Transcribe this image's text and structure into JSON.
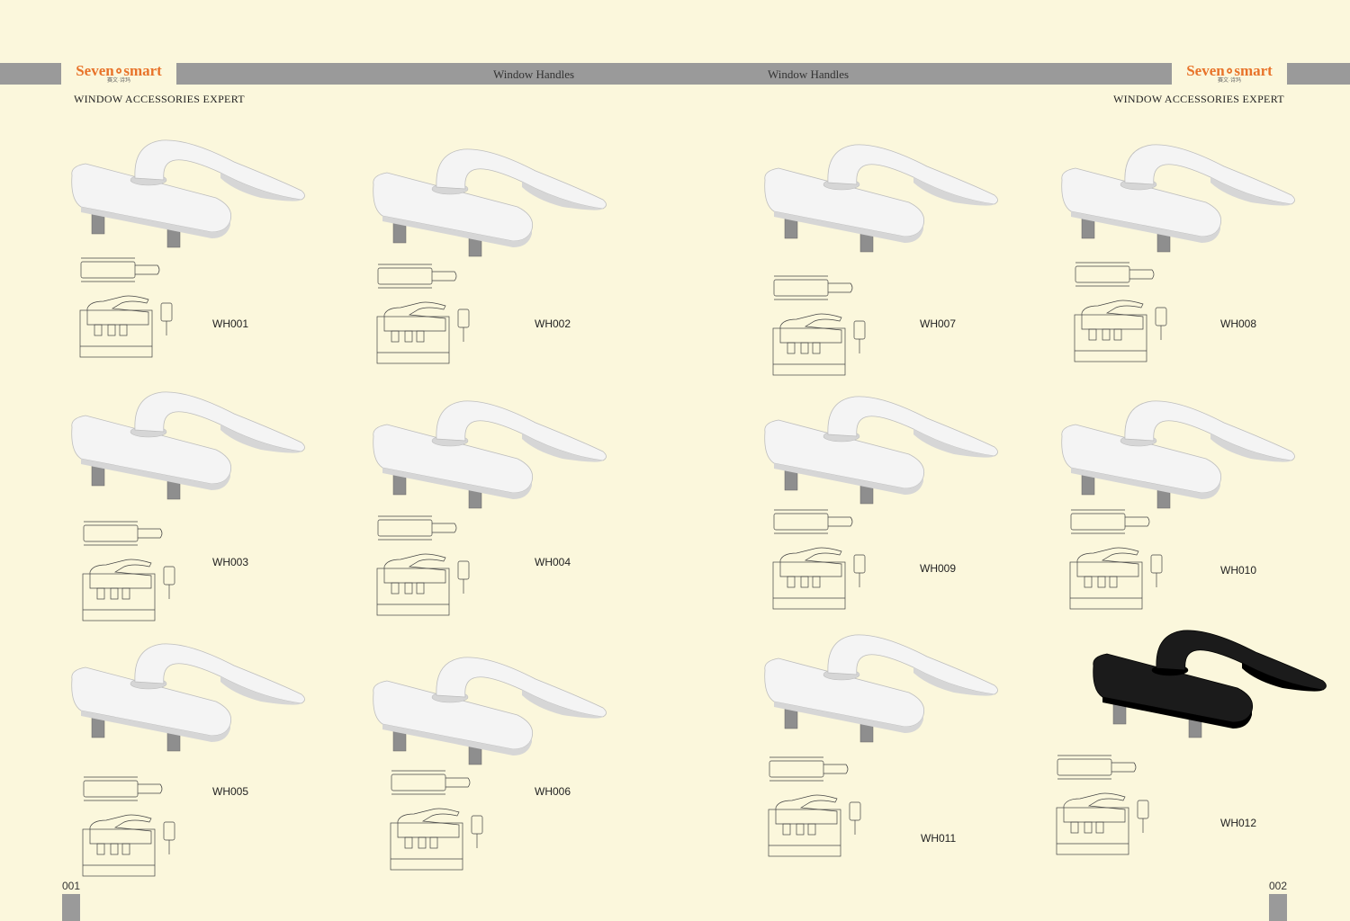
{
  "header": {
    "left_logo": {
      "main": "Seven∘smart",
      "sub": "赛文·诗玛"
    },
    "right_logo": {
      "main": "Seven∘smart",
      "sub": "赛文·诗玛"
    },
    "left_title": "Window Handles",
    "right_title": "Window Handles",
    "left_tagline": "WINDOW ACCESSORIES EXPERT",
    "right_tagline": "WINDOW ACCESSORIES EXPERT"
  },
  "footer": {
    "left_page": "001",
    "right_page": "002"
  },
  "colors": {
    "background": "#fbf7dc",
    "band": "#9a9a9a",
    "brand": "#e8732a"
  },
  "products": [
    {
      "code": "WH001",
      "finish": "white"
    },
    {
      "code": "WH002",
      "finish": "white"
    },
    {
      "code": "WH003",
      "finish": "white"
    },
    {
      "code": "WH004",
      "finish": "white"
    },
    {
      "code": "WH005",
      "finish": "white"
    },
    {
      "code": "WH006",
      "finish": "white"
    },
    {
      "code": "WH007",
      "finish": "white"
    },
    {
      "code": "WH008",
      "finish": "white"
    },
    {
      "code": "WH009",
      "finish": "white"
    },
    {
      "code": "WH010",
      "finish": "white"
    },
    {
      "code": "WH011",
      "finish": "white"
    },
    {
      "code": "WH012",
      "finish": "black"
    }
  ]
}
